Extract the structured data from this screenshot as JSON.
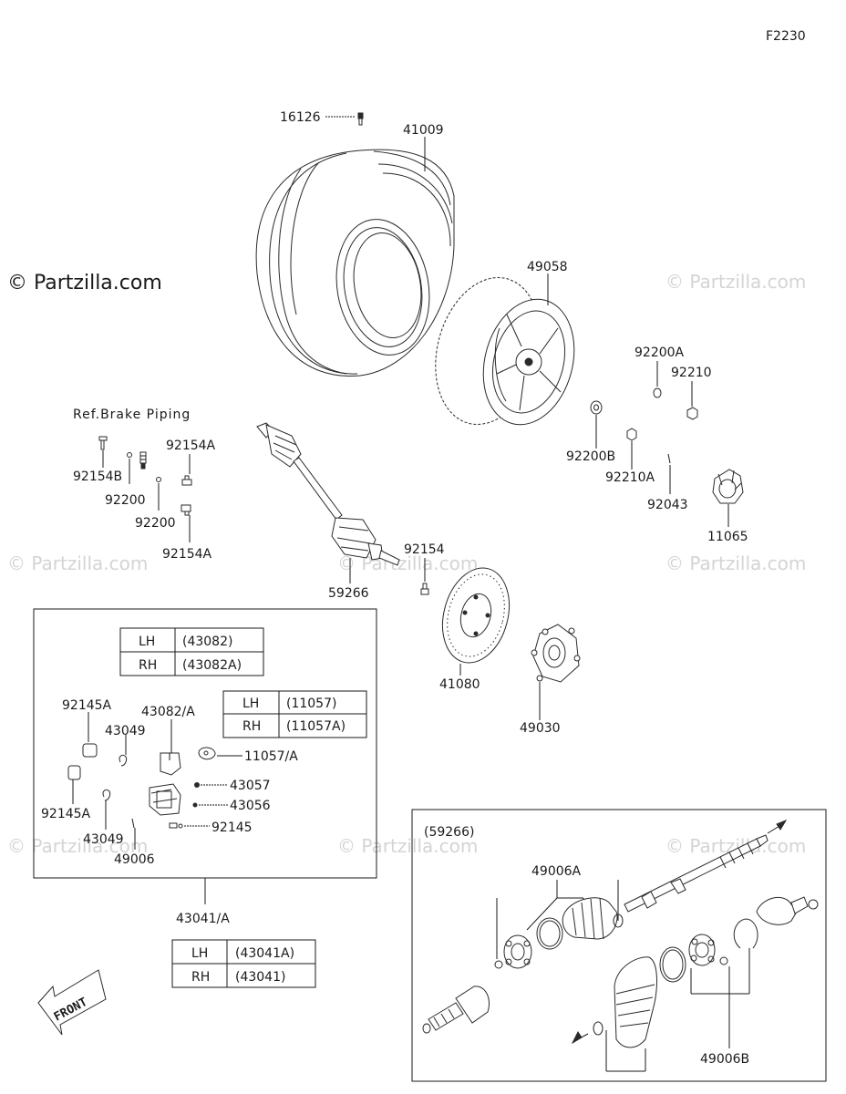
{
  "diagram": {
    "figure_code": "F2230",
    "watermark": "© Partzilla.com",
    "ref_brake_piping": "Ref.Brake Piping",
    "parts": {
      "p16126": "16126",
      "p41009": "41009",
      "p49058": "49058",
      "p92200A": "92200A",
      "p92210": "92210",
      "p92200B": "92200B",
      "p92210A": "92210A",
      "p92043": "92043",
      "p11065": "11065",
      "p92154B": "92154B",
      "p92200_1": "92200",
      "p92154A_1": "92154A",
      "p92200_2": "92200",
      "p92154A_2": "92154A",
      "p92154": "92154",
      "p59266": "59266",
      "p41080": "41080",
      "p49030": "49030",
      "p92145A_1": "92145A",
      "p43049_1": "43049",
      "p43082A": "43082/A",
      "p11057A": "11057/A",
      "p43057": "43057",
      "p43056": "43056",
      "p92145": "92145",
      "p92145A_2": "92145A",
      "p43049_2": "43049",
      "p49006": "49006",
      "p43041A": "43041/A",
      "p59266_box": "(59266)",
      "p49006A": "49006A",
      "p49006B": "49006B"
    },
    "tables": {
      "caliper_bracket": {
        "rows": [
          {
            "side": "LH",
            "part": "(43082)"
          },
          {
            "side": "RH",
            "part": "(43082A)"
          }
        ]
      },
      "pad_spring": {
        "rows": [
          {
            "side": "LH",
            "part": "(11057)"
          },
          {
            "side": "RH",
            "part": "(11057A)"
          }
        ]
      },
      "caliper_assy": {
        "rows": [
          {
            "side": "LH",
            "part": "(43041A)"
          },
          {
            "side": "RH",
            "part": "(43041)"
          }
        ]
      }
    },
    "front_label": "FRONT"
  }
}
